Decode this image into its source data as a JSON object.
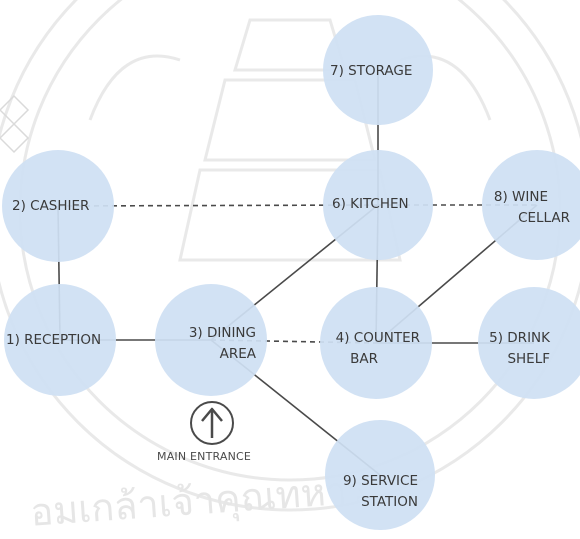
{
  "diagram": {
    "nodes": [
      {
        "id": "reception",
        "lines": [
          "1) RECEPTION"
        ]
      },
      {
        "id": "cashier",
        "lines": [
          "2) CASHIER"
        ]
      },
      {
        "id": "dining-area",
        "lines": [
          "3) DINING",
          "AREA"
        ]
      },
      {
        "id": "counter-bar",
        "lines": [
          "4) COUNTER",
          "BAR"
        ]
      },
      {
        "id": "drink-shelf",
        "lines": [
          "5) DRINK",
          "SHELF"
        ]
      },
      {
        "id": "kitchen",
        "lines": [
          "6) KITCHEN"
        ]
      },
      {
        "id": "storage",
        "lines": [
          "7) STORAGE"
        ]
      },
      {
        "id": "wine-cellar",
        "lines": [
          "8) WINE",
          "CELLAR"
        ]
      },
      {
        "id": "service-station",
        "lines": [
          "9) SERVICE",
          "STATION"
        ]
      }
    ],
    "connections": [
      {
        "from": "reception",
        "to": "cashier",
        "style": "solid"
      },
      {
        "from": "reception",
        "to": "dining-area",
        "style": "solid"
      },
      {
        "from": "cashier",
        "to": "kitchen",
        "style": "dashed"
      },
      {
        "from": "dining-area",
        "to": "kitchen",
        "style": "solid"
      },
      {
        "from": "dining-area",
        "to": "counter-bar",
        "style": "dashed"
      },
      {
        "from": "dining-area",
        "to": "service-station",
        "style": "solid"
      },
      {
        "from": "kitchen",
        "to": "storage",
        "style": "solid"
      },
      {
        "from": "kitchen",
        "to": "counter-bar",
        "style": "solid"
      },
      {
        "from": "kitchen",
        "to": "wine-cellar",
        "style": "dashed"
      },
      {
        "from": "counter-bar",
        "to": "wine-cellar",
        "style": "solid"
      },
      {
        "from": "counter-bar",
        "to": "drink-shelf",
        "style": "solid"
      }
    ],
    "entrance": {
      "label": "MAIN ENTRANCE"
    },
    "colors": {
      "node_fill": "#cfe0f3",
      "line": "#4a4a4a",
      "text": "#3a3a3a"
    },
    "watermark": {
      "text": "อมเกล้าเจ้าคุณทหาร"
    }
  }
}
